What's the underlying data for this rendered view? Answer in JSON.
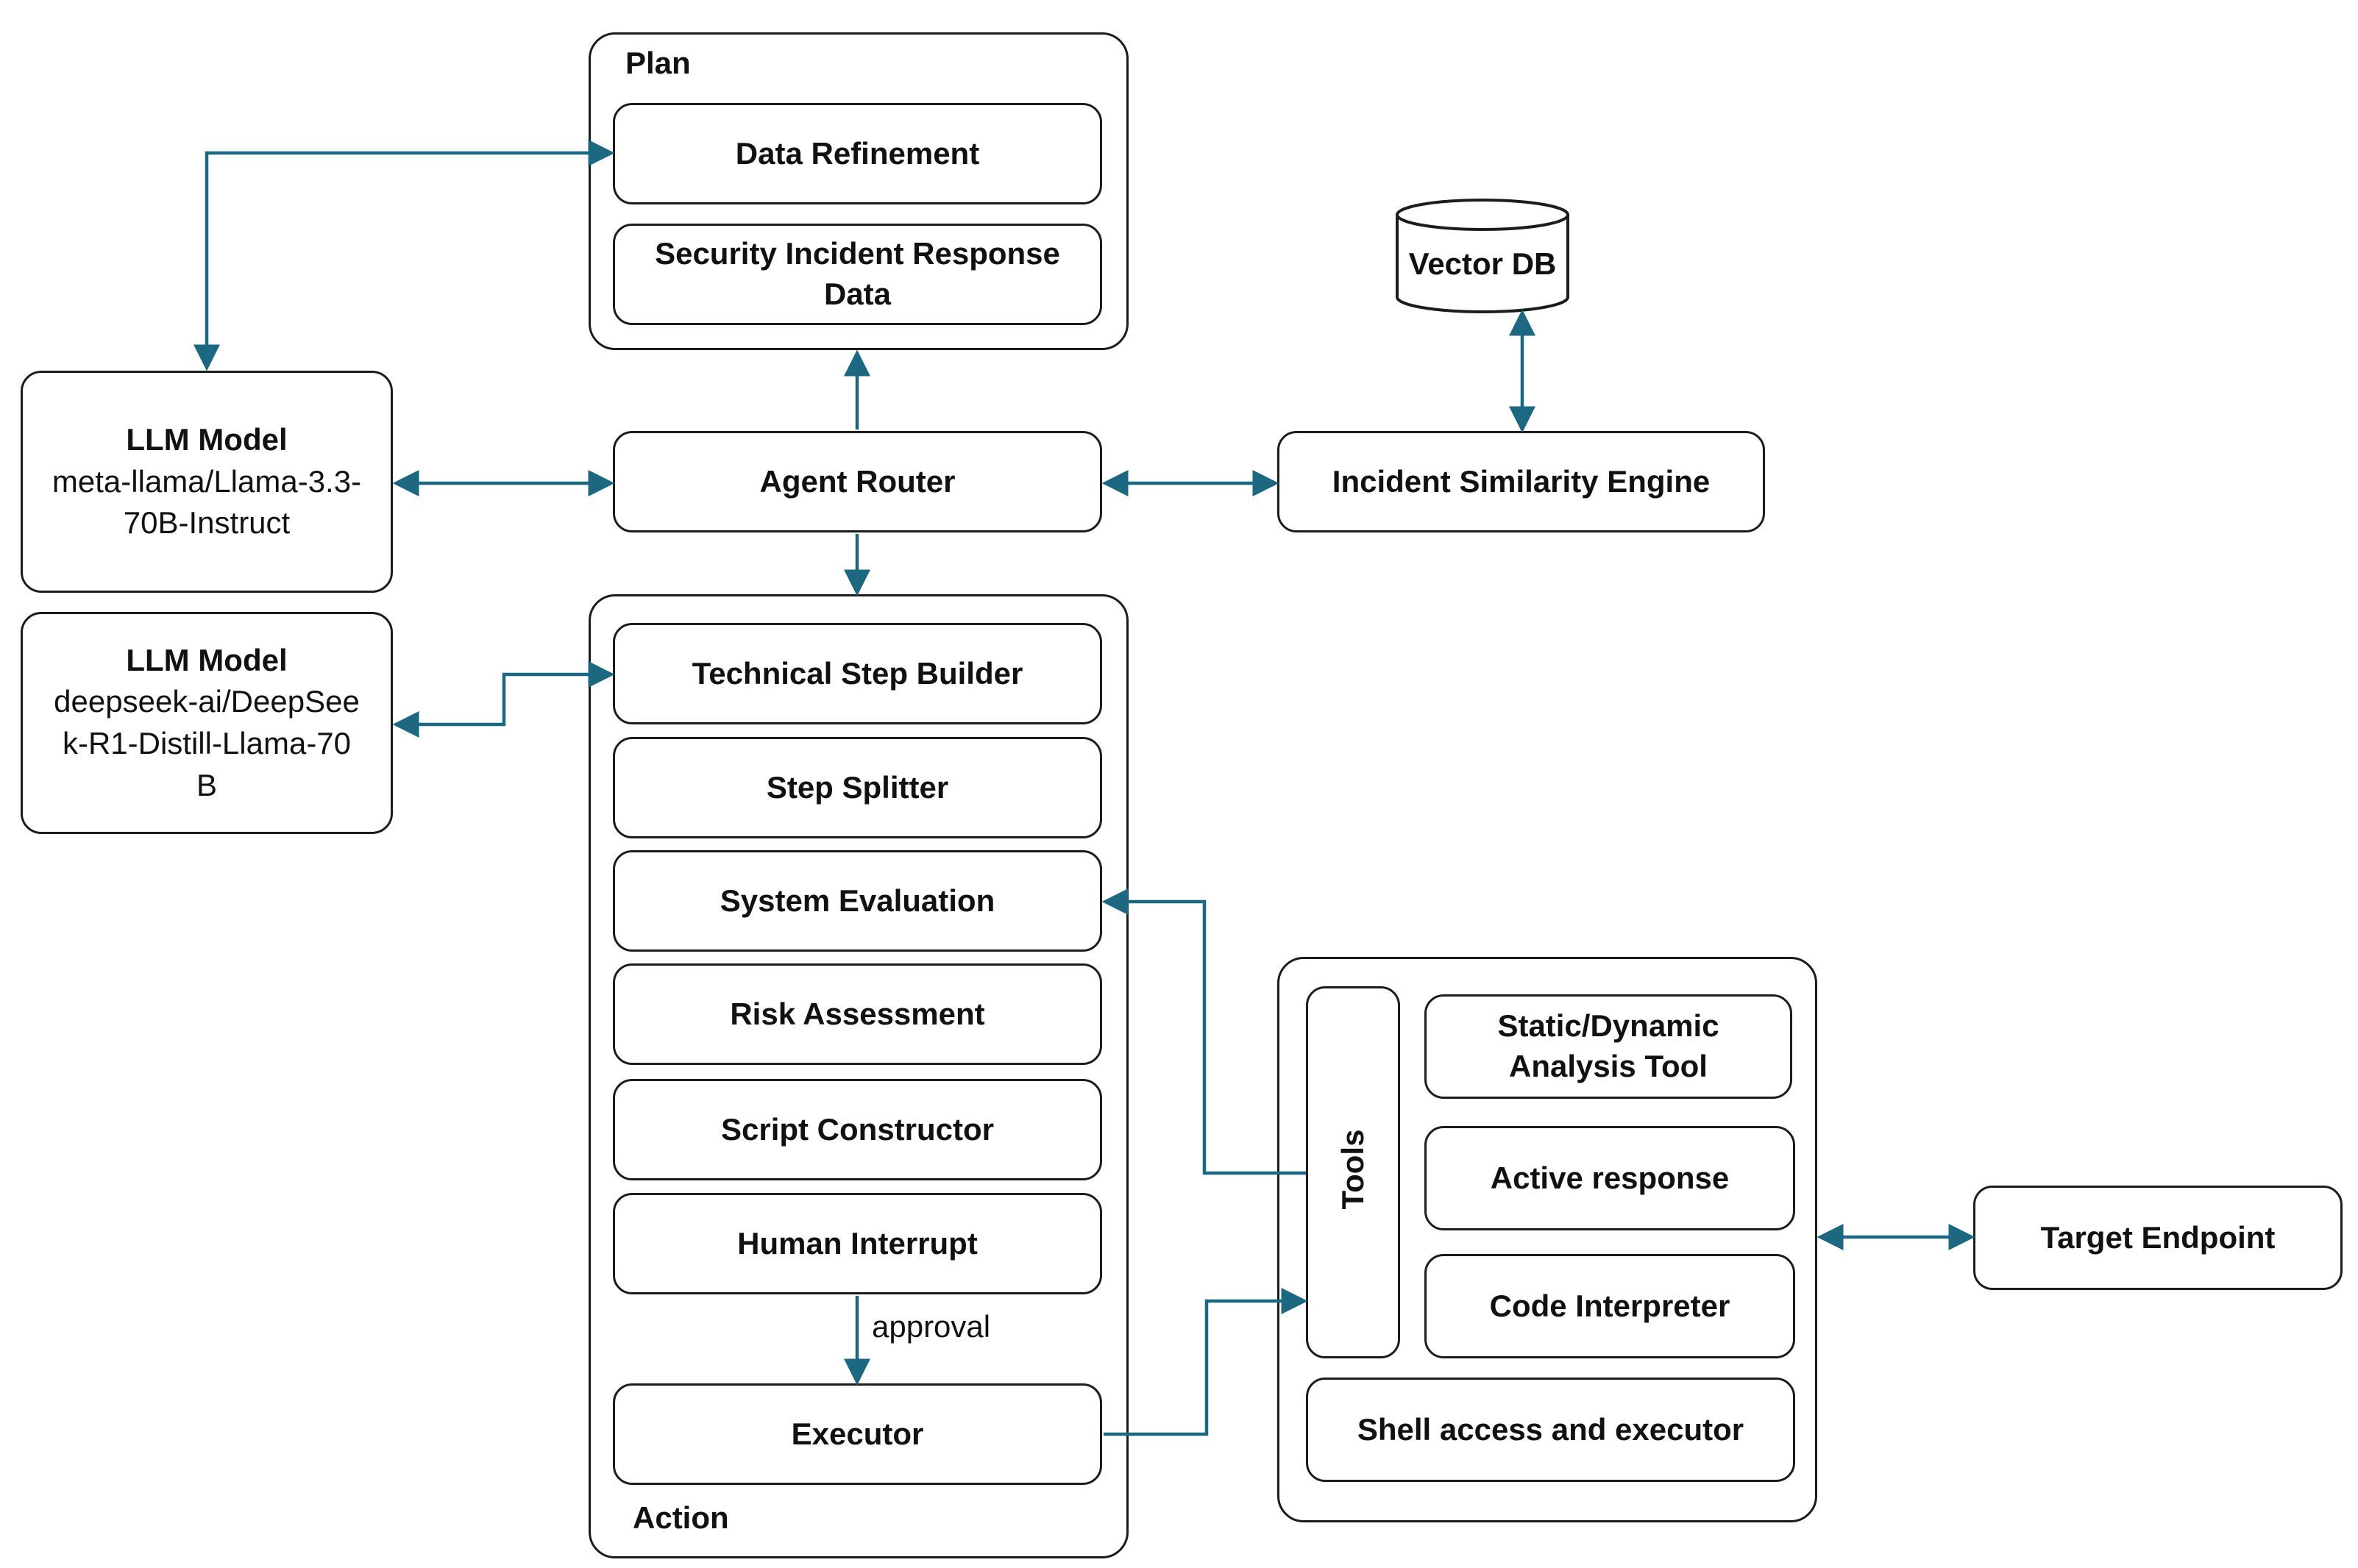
{
  "plan": {
    "title": "Plan",
    "data_refinement": "Data Refinement",
    "security_incident_data": "Security Incident Response Data"
  },
  "vector_db": "Vector DB",
  "llm_1": {
    "title": "LLM Model",
    "name": "meta-llama/Llama-3.3-70B-Instruct"
  },
  "llm_2": {
    "title": "LLM Model",
    "name": "deepseek-ai/DeepSeek-R1-Distill-Llama-70B"
  },
  "agent_router": "Agent Router",
  "incident_similarity_engine": "Incident Similarity Engine",
  "action": {
    "title": "Action",
    "steps": [
      "Technical Step Builder",
      "Step Splitter",
      "System Evaluation",
      "Risk Assessment",
      "Script Constructor",
      "Human Interrupt"
    ],
    "executor": "Executor",
    "approval_label": "approval"
  },
  "tools": {
    "label": "Tools",
    "items": [
      "Static/Dynamic Analysis Tool",
      "Active response",
      "Code Interpreter"
    ],
    "shell": "Shell access and executor"
  },
  "target_endpoint": "Target Endpoint",
  "colors": {
    "arrow": "#1b6880",
    "border": "#1c1c1c"
  }
}
